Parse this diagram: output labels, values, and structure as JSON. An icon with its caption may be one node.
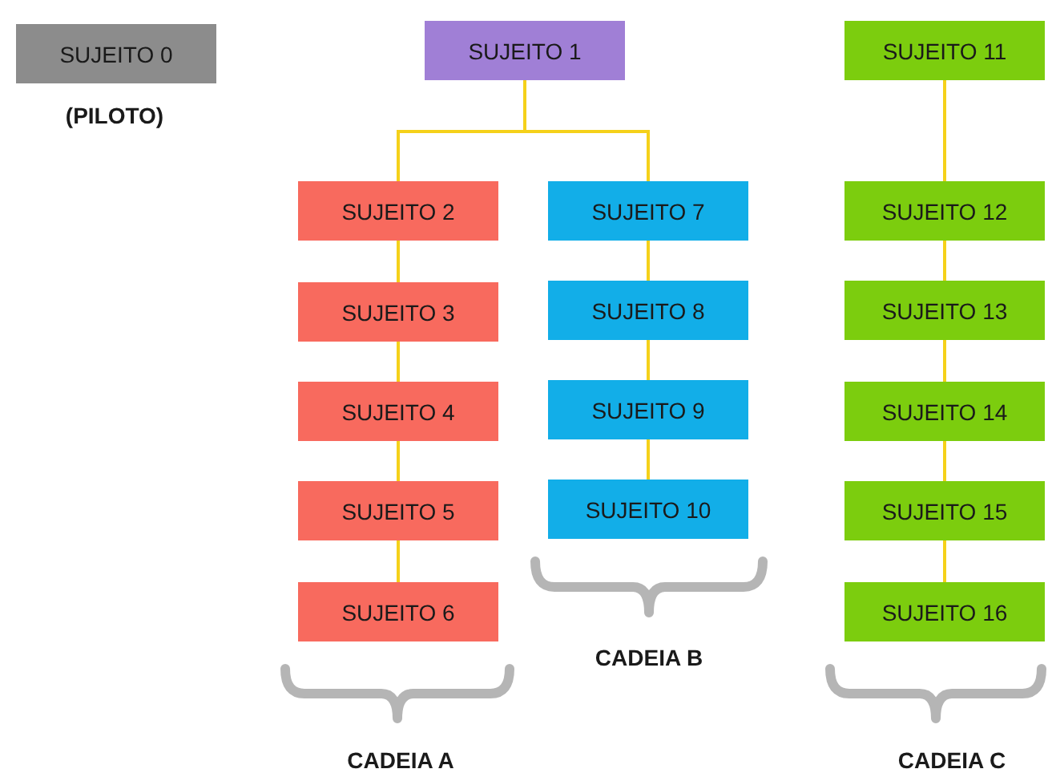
{
  "diagram": {
    "nodes": [
      {
        "text": [
          "SUJEITO 0"
        ],
        "beside": [
          "(PILOTO)"
        ]
      },
      {
        "text": [
          "SUJEITO 1"
        ]
      },
      {
        "text": [
          "SUJEITO 2"
        ]
      },
      {
        "text": [
          "SUJEITO 3"
        ]
      },
      {
        "text": [
          "SUJEITO 4"
        ]
      },
      {
        "text": [
          "SUJEITO 5"
        ]
      },
      {
        "text": [
          "SUJEITO 6"
        ]
      },
      {
        "text": [
          "SUJEITO 7"
        ]
      },
      {
        "text": [
          "SUJEITO 8"
        ]
      },
      {
        "text": [
          "SUJEITO 9"
        ]
      },
      {
        "text": [
          "SUJEITO 10"
        ]
      },
      {
        "text": [
          "SUJEITO 11"
        ]
      },
      {
        "text": [
          "SUJEITO 12"
        ]
      },
      {
        "text": [
          "SUJEITO 13"
        ]
      },
      {
        "text": [
          "SUJEITO 14"
        ]
      },
      {
        "text": [
          "SUJEITO 15"
        ]
      },
      {
        "text": [
          "SUJEITO 16"
        ]
      }
    ],
    "edges": [
      {
        "from": 1,
        "to": 2,
        "arrow": "none"
      },
      {
        "from": 1,
        "to": 7,
        "arrow": "none"
      },
      {
        "from": 2,
        "to": 3,
        "arrow": "none"
      },
      {
        "from": 3,
        "to": 4,
        "arrow": "none"
      },
      {
        "from": 4,
        "to": 5,
        "arrow": "none"
      },
      {
        "from": 5,
        "to": 6,
        "arrow": "none"
      },
      {
        "from": 7,
        "to": 8,
        "arrow": "none"
      },
      {
        "from": 8,
        "to": 9,
        "arrow": "none"
      },
      {
        "from": 9,
        "to": 10,
        "arrow": "none"
      },
      {
        "from": 11,
        "to": 12,
        "arrow": "none"
      },
      {
        "from": 12,
        "to": 13,
        "arrow": "none"
      },
      {
        "from": 13,
        "to": 14,
        "arrow": "none"
      },
      {
        "from": 14,
        "to": 15,
        "arrow": "none"
      },
      {
        "from": 15,
        "to": 16,
        "arrow": "none"
      }
    ],
    "labels": [
      "CADEIA B",
      "CADEIA A",
      "CADEIA C"
    ]
  }
}
